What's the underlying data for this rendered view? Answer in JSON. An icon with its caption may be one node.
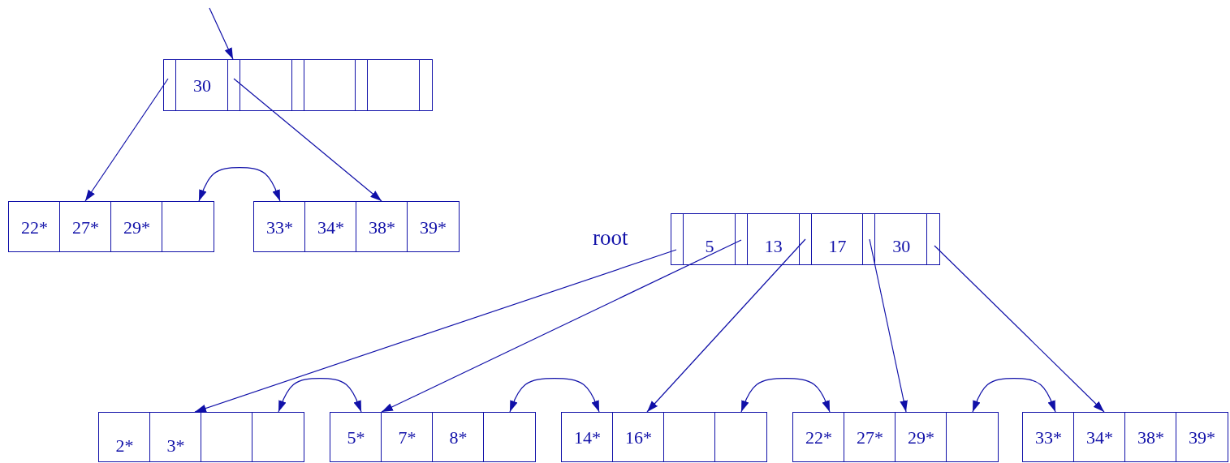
{
  "diagram": {
    "nodes": [
      {
        "text": [
          "30"
        ]
      },
      {
        "text": [
          "22*",
          "27*",
          "29*"
        ]
      },
      {
        "text": [
          "33*",
          "34*",
          "38*",
          "39*"
        ]
      },
      {
        "text": [
          "5",
          "13",
          "17",
          "30"
        ]
      },
      {
        "text": [
          "2*",
          "3*"
        ]
      },
      {
        "text": [
          "5*",
          "7*",
          "8*"
        ]
      },
      {
        "text": [
          "14*",
          "16*"
        ]
      },
      {
        "text": [
          "22*",
          "27*",
          "29*"
        ]
      },
      {
        "text": [
          "33*",
          "34*",
          "38*",
          "39*"
        ]
      }
    ],
    "edges": [
      {
        "from": null,
        "to": 0,
        "arrow": "to"
      },
      {
        "from": 0,
        "to": 1,
        "arrow": "to"
      },
      {
        "from": 0,
        "to": 2,
        "arrow": "to"
      },
      {
        "from": 1,
        "to": 2,
        "arrow": "both"
      },
      {
        "from": 3,
        "to": 4,
        "arrow": "to"
      },
      {
        "from": 3,
        "to": 5,
        "arrow": "to"
      },
      {
        "from": 3,
        "to": 6,
        "arrow": "to"
      },
      {
        "from": 3,
        "to": 7,
        "arrow": "to"
      },
      {
        "from": 3,
        "to": 8,
        "arrow": "to"
      },
      {
        "from": 4,
        "to": 5,
        "arrow": "both"
      },
      {
        "from": 5,
        "to": 6,
        "arrow": "both"
      },
      {
        "from": 6,
        "to": 7,
        "arrow": "both"
      },
      {
        "from": 7,
        "to": 8,
        "arrow": "both"
      }
    ],
    "labels": [
      "root"
    ]
  }
}
